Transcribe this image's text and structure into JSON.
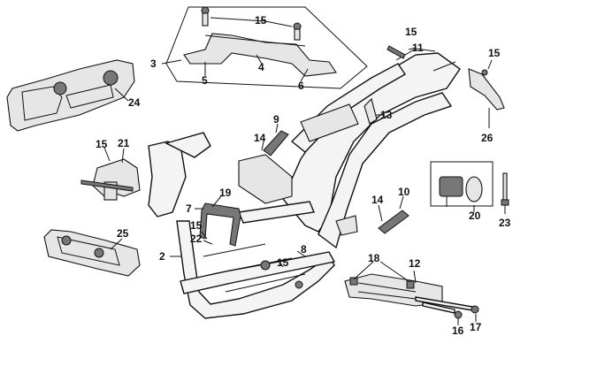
{
  "callouts": [
    {
      "id": "c1",
      "label": "15"
    },
    {
      "id": "c2",
      "label": "15"
    },
    {
      "id": "c3",
      "label": "3"
    },
    {
      "id": "c4",
      "label": "4"
    },
    {
      "id": "c5",
      "label": "5"
    },
    {
      "id": "c6",
      "label": "6"
    },
    {
      "id": "c7",
      "label": "11"
    },
    {
      "id": "c8",
      "label": "15"
    },
    {
      "id": "c9",
      "label": "26"
    },
    {
      "id": "c10",
      "label": "24"
    },
    {
      "id": "c11",
      "label": "13"
    },
    {
      "id": "c12",
      "label": "9"
    },
    {
      "id": "c13",
      "label": "14"
    },
    {
      "id": "c14",
      "label": "15"
    },
    {
      "id": "c15",
      "label": "21"
    },
    {
      "id": "c16",
      "label": "19"
    },
    {
      "id": "c17",
      "label": "7"
    },
    {
      "id": "c18",
      "label": "15"
    },
    {
      "id": "c19",
      "label": "22"
    },
    {
      "id": "c20",
      "label": "14"
    },
    {
      "id": "c21",
      "label": "10"
    },
    {
      "id": "c22",
      "label": "20"
    },
    {
      "id": "c23",
      "label": "23"
    },
    {
      "id": "c24",
      "label": "25"
    },
    {
      "id": "c25",
      "label": "2"
    },
    {
      "id": "c26",
      "label": "8"
    },
    {
      "id": "c27",
      "label": "15"
    },
    {
      "id": "c28",
      "label": "18"
    },
    {
      "id": "c29",
      "label": "12"
    },
    {
      "id": "c30",
      "label": "16"
    },
    {
      "id": "c31",
      "label": "17"
    },
    {
      "id": "c32",
      "label": "15"
    }
  ]
}
